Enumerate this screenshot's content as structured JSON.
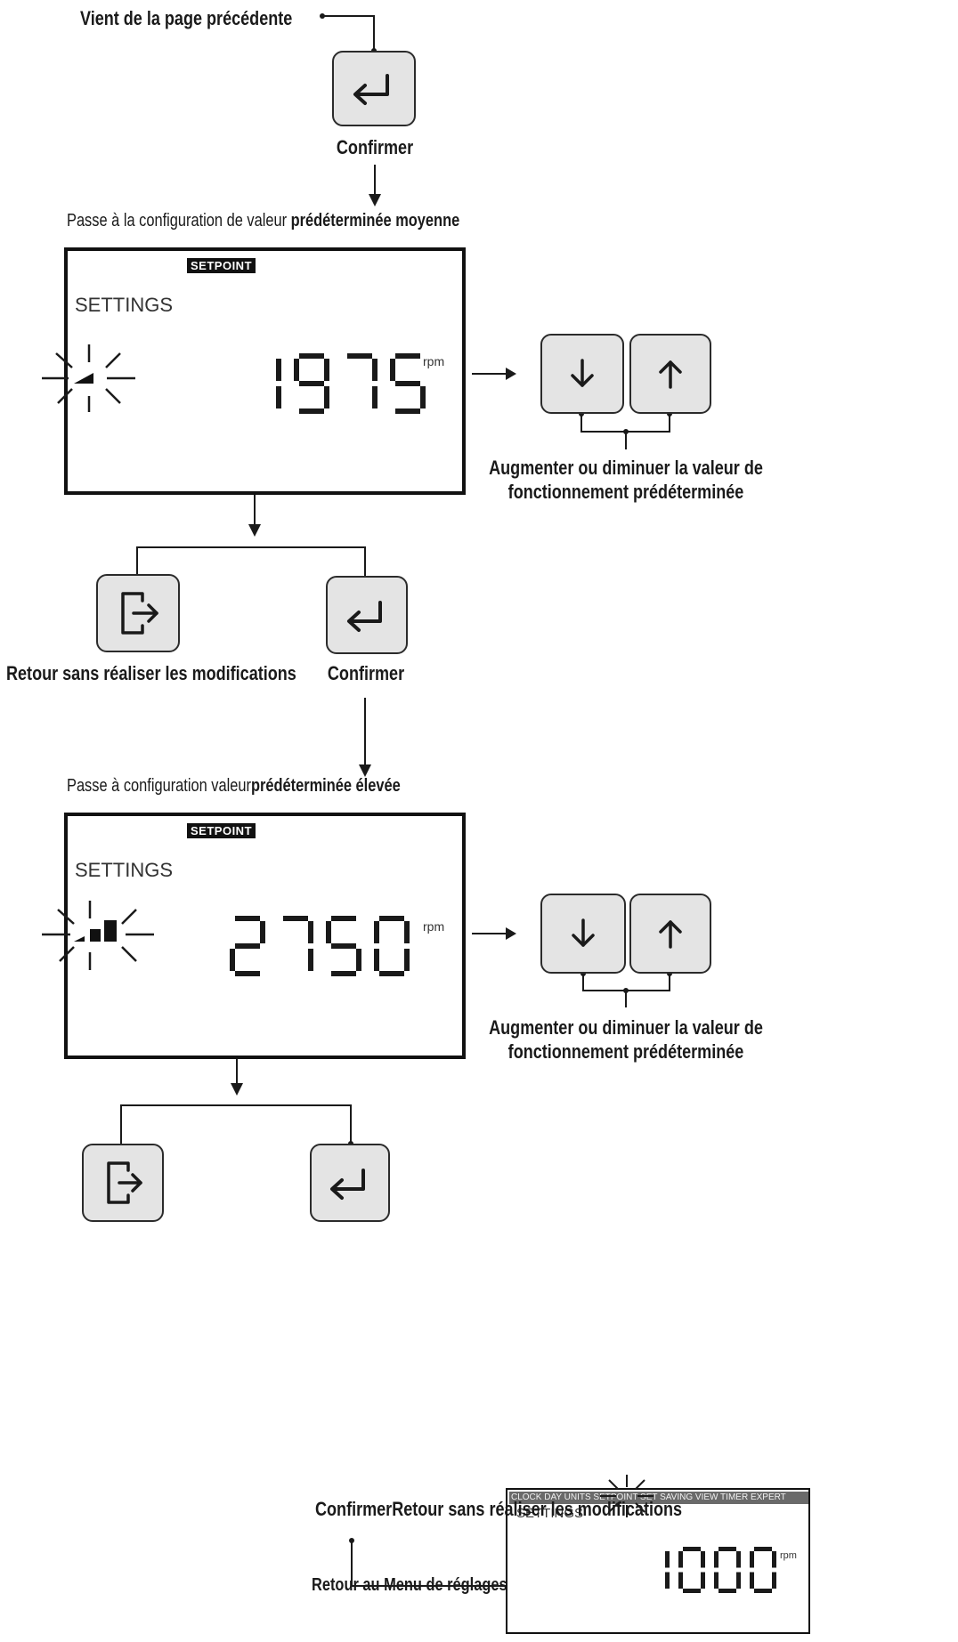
{
  "texts": {
    "from_previous": "Vient de la page précédente",
    "confirm_1": "Confirmer",
    "step1_prefix": "Passe à la configuration de valeur ",
    "step1_bold": "prédéterminée moyenne",
    "adjust_1_line1": "Augmenter ou diminuer la valeur de",
    "adjust_1_line2": "fonctionnement prédéterminée",
    "return_no_change_1": "Retour sans réaliser les modifications",
    "confirm_2": "Confirmer",
    "step2_prefix": "Passe à configuration valeur",
    "step2_bold": "prédéterminée élevée",
    "adjust_2_line1": "Augmenter ou diminuer la valeur de",
    "adjust_2_line2": "fonctionnement prédéterminée",
    "confirm_return_overlap": "ConfirmerRetour sans réaliser les modifications",
    "return_menu": "Retour au Menu de réglages"
  },
  "lcd_medium": {
    "tag": "SETPOINT",
    "mode": "SETTINGS",
    "value": "1975",
    "unit": "rpm",
    "level_bars": 1
  },
  "lcd_high": {
    "tag": "SETPOINT",
    "mode": "SETTINGS",
    "value": "2750",
    "unit": "rpm",
    "level_bars": 3
  },
  "lcd_menu": {
    "menu_bar": "CLOCK DAY UNITS SETPOINT SET SAVING VIEW TIMER EXPERT",
    "mode": "SETTINGS",
    "value": "1000",
    "unit": "rpm"
  },
  "icons": {
    "enter": "enter-return-icon",
    "down": "arrow-down-icon",
    "up": "arrow-up-icon",
    "exit": "exit-door-icon",
    "blink": "blinking-rays-icon"
  },
  "colors": {
    "key_fill": "#e4e4e4",
    "line": "#1a1a1a"
  }
}
